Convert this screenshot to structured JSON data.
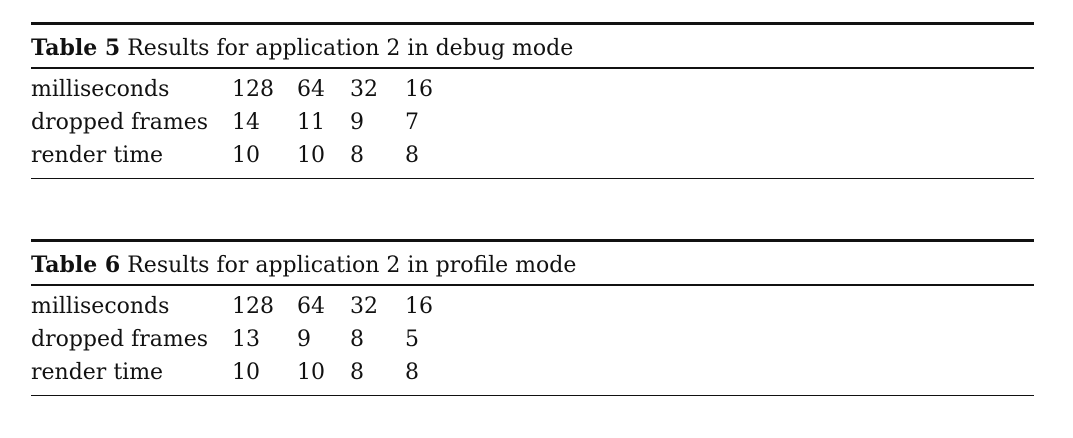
{
  "tables": [
    {
      "label": "Table 5",
      "caption": "Results for application 2 in debug mode",
      "rows": [
        [
          "milliseconds",
          "128",
          "64",
          "32",
          "16"
        ],
        [
          "dropped frames",
          "14",
          "11",
          "9",
          "7"
        ],
        [
          "render time",
          "10",
          "10",
          "8",
          "8"
        ]
      ]
    },
    {
      "label": "Table 6",
      "caption": "Results for application 2 in profile mode",
      "rows": [
        [
          "milliseconds",
          "128",
          "64",
          "32",
          "16"
        ],
        [
          "dropped frames",
          "13",
          "9",
          "8",
          "5"
        ],
        [
          "render time",
          "10",
          "10",
          "8",
          "8"
        ]
      ]
    }
  ]
}
